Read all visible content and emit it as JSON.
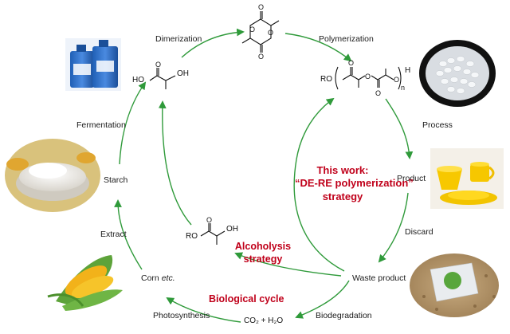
{
  "labels": {
    "dimerization": "Dimerization",
    "polymerization": "Polymerization",
    "process": "Process",
    "product": "Product",
    "discard": "Discard",
    "waste_product": "Waste product",
    "biodegradation": "Biodegradation",
    "photosynthesis": "Photosynthesis",
    "corn": "Corn",
    "corn_suffix": "etc.",
    "extract": "Extract",
    "starch": "Starch",
    "fermentation": "Fermentation"
  },
  "highlights": {
    "this_work_line1": "This work:",
    "this_work_line2": "“DE-RE polymerization”",
    "this_work_line3": "strategy",
    "alcoholysis_line1": "Alcoholysis",
    "alcoholysis_line2": "strategy",
    "biological_cycle": "Biological cycle"
  },
  "chem": {
    "lactic_oh": "OH",
    "lactic_ho": "HO",
    "ester_ro": "RO",
    "ester_oh": "OH",
    "polymer_ro": "RO",
    "polymer_h": "H",
    "polymer_n": "n",
    "co2": "CO₂ + H₂O"
  },
  "colors": {
    "arrow": "#2f9a3a",
    "highlight": "#c0001a",
    "text": "#1a1a1a"
  }
}
